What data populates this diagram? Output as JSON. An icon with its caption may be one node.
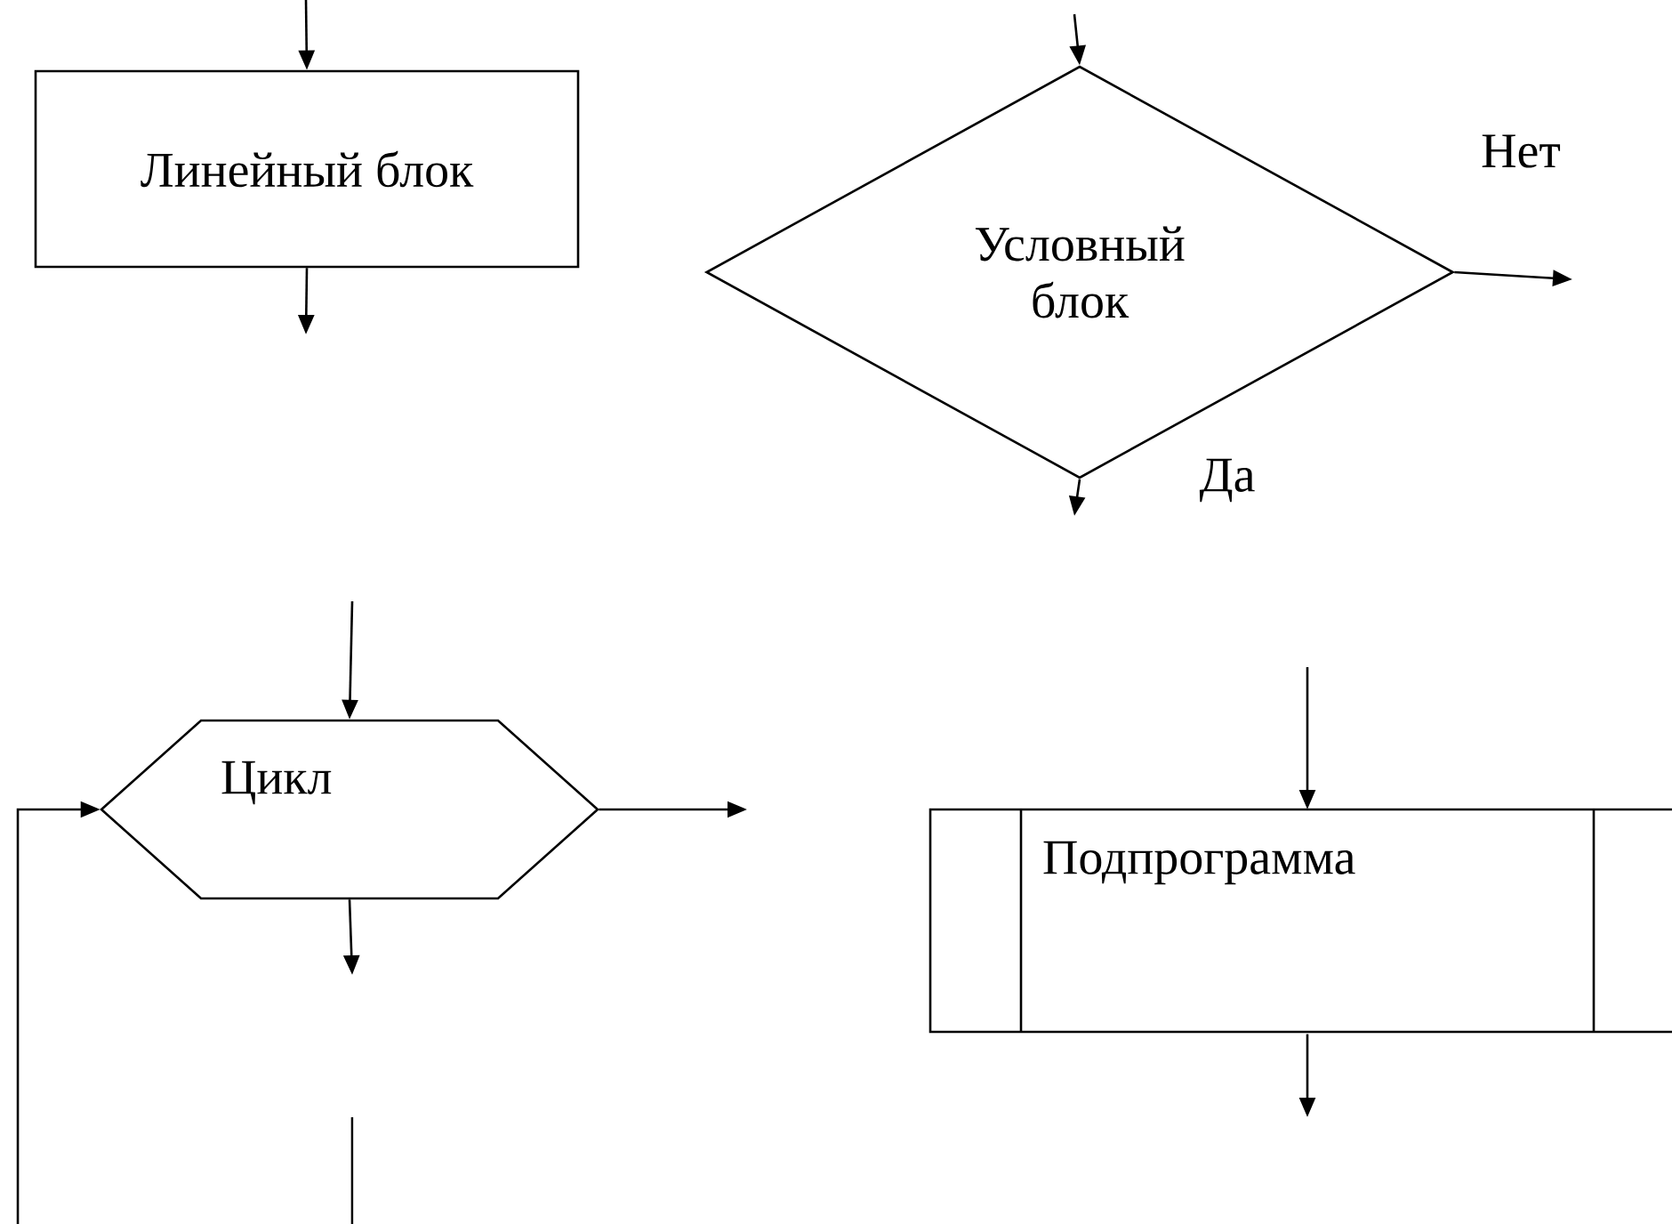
{
  "diagram": {
    "nodes": [
      {
        "text": [
          "Линейный блок"
        ]
      },
      {
        "text": [
          "Условный блок"
        ]
      },
      {
        "text": [
          "Цикл"
        ]
      },
      {
        "text": [
          "Подпрограмма"
        ]
      }
    ],
    "edges": [
      {
        "from": null,
        "to": 0,
        "arrow": "to"
      },
      {
        "from": 0,
        "to": null,
        "arrow": "to"
      },
      {
        "from": null,
        "to": 1,
        "arrow": "to"
      },
      {
        "from": 1,
        "to": null,
        "arrow": "to",
        "label": "Нет"
      },
      {
        "from": 1,
        "to": null,
        "arrow": "to",
        "label": "Да"
      },
      {
        "from": null,
        "to": 2,
        "arrow": "to"
      },
      {
        "from": 2,
        "to": null,
        "arrow": "to"
      },
      {
        "from": 2,
        "to": null,
        "arrow": "to"
      },
      {
        "from": null,
        "to": 2,
        "arrow": "to"
      },
      {
        "from": null,
        "to": 3,
        "arrow": "to"
      },
      {
        "from": 3,
        "to": null,
        "arrow": "to"
      }
    ]
  }
}
